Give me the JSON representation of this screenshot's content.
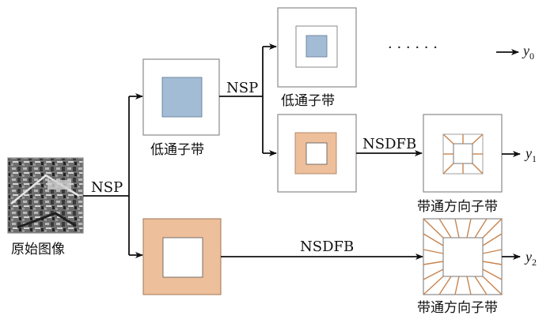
{
  "labels": {
    "source_image": "原始图像",
    "nsp_1": "NSP",
    "nsp_2": "NSP",
    "lowpass_1": "低通子带",
    "lowpass_2": "低通子带",
    "nsdfb_1": "NSDFB",
    "nsdfb_2": "NSDFB",
    "bandpass_1": "带通方向子带",
    "bandpass_2": "带通方向子带",
    "dots": "· · · · · ·",
    "y0": {
      "main": "y",
      "sub": "0"
    },
    "y1": {
      "main": "y",
      "sub": "1"
    },
    "y2": {
      "main": "y",
      "sub": "2"
    }
  },
  "colors": {
    "lowpass_fill": "#a3bcd6",
    "bandpass_fill": "#eebf9b",
    "direction_lines": "#c7844f",
    "frame_stroke": "#8a8a8a",
    "arrow": "#111111"
  }
}
